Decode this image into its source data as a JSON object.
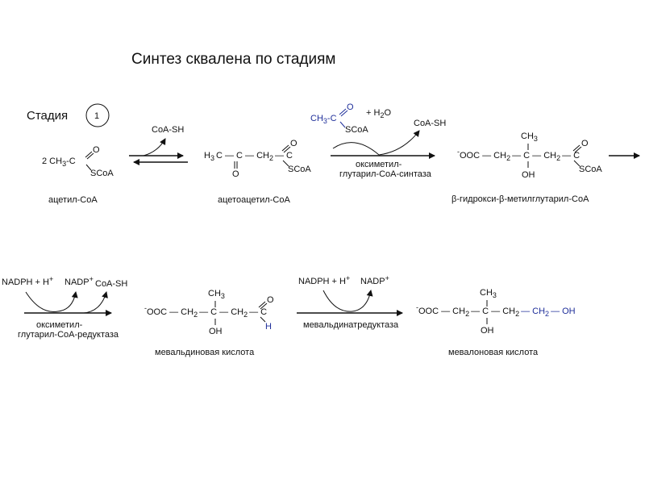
{
  "title": "Синтез сквалена по стадиям",
  "stage_label": "Стадия",
  "stage_number": "1",
  "colors": {
    "blue": "#1f2f9a",
    "black": "#111111"
  },
  "compounds": {
    "acetyl_coa": {
      "coeff": "2 CH",
      "sub3": "3",
      "c": "-C",
      "o": "O",
      "scoa": "SCoA",
      "name": "ацетил-CoA"
    },
    "acetoacetyl_coa": {
      "h3c": "H",
      "three": "3",
      "chain": "C — C — CH",
      "two": "2",
      "c2": "— C",
      "o_top": "O",
      "o_bottom": "O",
      "scoa": "SCoA",
      "name": "ацетоацетил-CoA"
    },
    "hmg_coa": {
      "minus": "-",
      "ooc": "OOC — CH",
      "two": "2",
      "c": "— C — CH",
      "two_b": "2",
      "c2": "— C",
      "ch3": "CH",
      "three": "3",
      "oh": "OH",
      "o": "O",
      "scoa": "SCoA",
      "name": "β-гидрокси-β-метилглутарил-CoA"
    },
    "mevaldic": {
      "minus": "-",
      "ooc": "OOC — CH",
      "two": "2",
      "c": "— C — CH",
      "two_b": "2",
      "c2": "— C",
      "ch3": "CH",
      "three": "3",
      "oh": "OH",
      "o": "O",
      "h": "H",
      "name": "мевальдиновая кислота"
    },
    "mevalonic": {
      "minus": "-",
      "ooc": "OOC — CH",
      "two": "2",
      "c": "— C — CH",
      "two_b": "2",
      "ch2oh": "— CH",
      "two_c": "2",
      "oh_end": "— OH",
      "ch3": "CH",
      "three": "3",
      "oh": "OH",
      "name": "мевалоновая кислота"
    }
  },
  "reagents": {
    "coa_sh_1": "CoA-SH",
    "acetyl_reagent": {
      "ch": "CH",
      "three": "3",
      "c": "-C",
      "o": "O",
      "scoa": "SCoA",
      "h2o": "+ H",
      "h2o_sub": "2",
      "h2o_o": "O"
    },
    "coa_sh_2": "CoA-SH",
    "nadph_1": "NADPH + H",
    "nadph_1_sup": "+",
    "nadp_1": "NADP",
    "nadp_1_sup": "+",
    "coa_sh_3": "CoA-SH",
    "nadph_2": "NADPH + H",
    "nadph_2_sup": "+",
    "nadp_2": "NADP",
    "nadp_2_sup": "+"
  },
  "enzymes": {
    "synthase_line1": "оксиметил-",
    "synthase_line2": "глутарил-CoA-синтаза",
    "reductase_line1": "оксиметил-",
    "reductase_line2": "глутарил-CoA-редуктаза",
    "mevaldate_reductase": "мевальдинатредуктаза"
  }
}
